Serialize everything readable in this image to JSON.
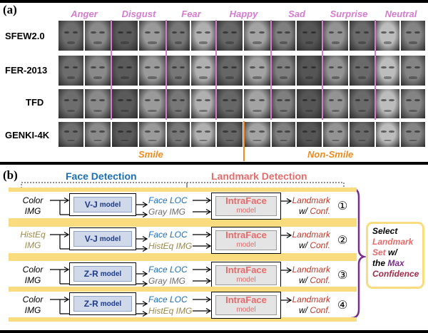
{
  "panel_a": {
    "label": "(a)",
    "emotions": [
      "Anger",
      "Disgust",
      "Fear",
      "Happy",
      "Sad",
      "Surprise",
      "Neutral"
    ],
    "datasets": [
      "SFEW2.0",
      "FER-2013",
      "TFD",
      "GENKI-4K"
    ],
    "genki_labels": {
      "smile": "Smile",
      "non_smile": "Non-Smile"
    },
    "colors": {
      "emotion_header": "#d67bd0",
      "genki_label": "#f08a1e"
    }
  },
  "panel_b": {
    "label": "(b)",
    "face_detection_title": "Face Detection",
    "landmark_detection_title": "Landmark Detection",
    "rows": [
      {
        "input": [
          "Color",
          "IMG"
        ],
        "input_color": "#000000",
        "detector": "V-J",
        "detector_suffix": "model",
        "face_loc": "Face LOC",
        "gray": "Gray IMG",
        "gray_color": "#6e6e6e",
        "model": "IntraFace",
        "model_suffix": "model",
        "landmark": "Landmark",
        "conf_prefix": "w/",
        "conf": "Conf.",
        "num": "①"
      },
      {
        "input": [
          "HistEq",
          "IMG"
        ],
        "input_color": "#9a8a4a",
        "detector": "V-J",
        "detector_suffix": "model",
        "face_loc": "Face LOC",
        "gray": "HistEq IMG",
        "gray_color": "#9a8a4a",
        "model": "IntraFace",
        "model_suffix": "model",
        "landmark": "Landmark",
        "conf_prefix": "w/",
        "conf": "Conf.",
        "num": "②"
      },
      {
        "input": [
          "Color",
          "IMG"
        ],
        "input_color": "#000000",
        "detector": "Z-R",
        "detector_suffix": "model",
        "face_loc": "Face LOC",
        "gray": "Gray IMG",
        "gray_color": "#6e6e6e",
        "model": "IntraFace",
        "model_suffix": "model",
        "landmark": "Landmark",
        "conf_prefix": "w/",
        "conf": "Conf.",
        "num": "③"
      },
      {
        "input": [
          "Color",
          "IMG"
        ],
        "input_color": "#000000",
        "detector": "Z-R",
        "detector_suffix": "model",
        "face_loc": "Face LOC",
        "gray": "HistEq IMG",
        "gray_color": "#9a8a4a",
        "model": "IntraFace",
        "model_suffix": "model",
        "landmark": "Landmark",
        "conf_prefix": "w/",
        "conf": "Conf.",
        "num": "④"
      }
    ],
    "select_box": {
      "line1": "Select",
      "line2": "Landmark",
      "line3a": "Set",
      "line3b": "w/",
      "line4a": "the",
      "line4b": "Max",
      "line5": "Confidence"
    },
    "colors": {
      "face_detection": "#1c6fb8",
      "landmark_detection": "#e86b6b",
      "strip": "#f9dc7e",
      "bracket": "#7a2d8c",
      "face_loc": "#1c6fb8",
      "landmark": "#c0392b"
    }
  }
}
